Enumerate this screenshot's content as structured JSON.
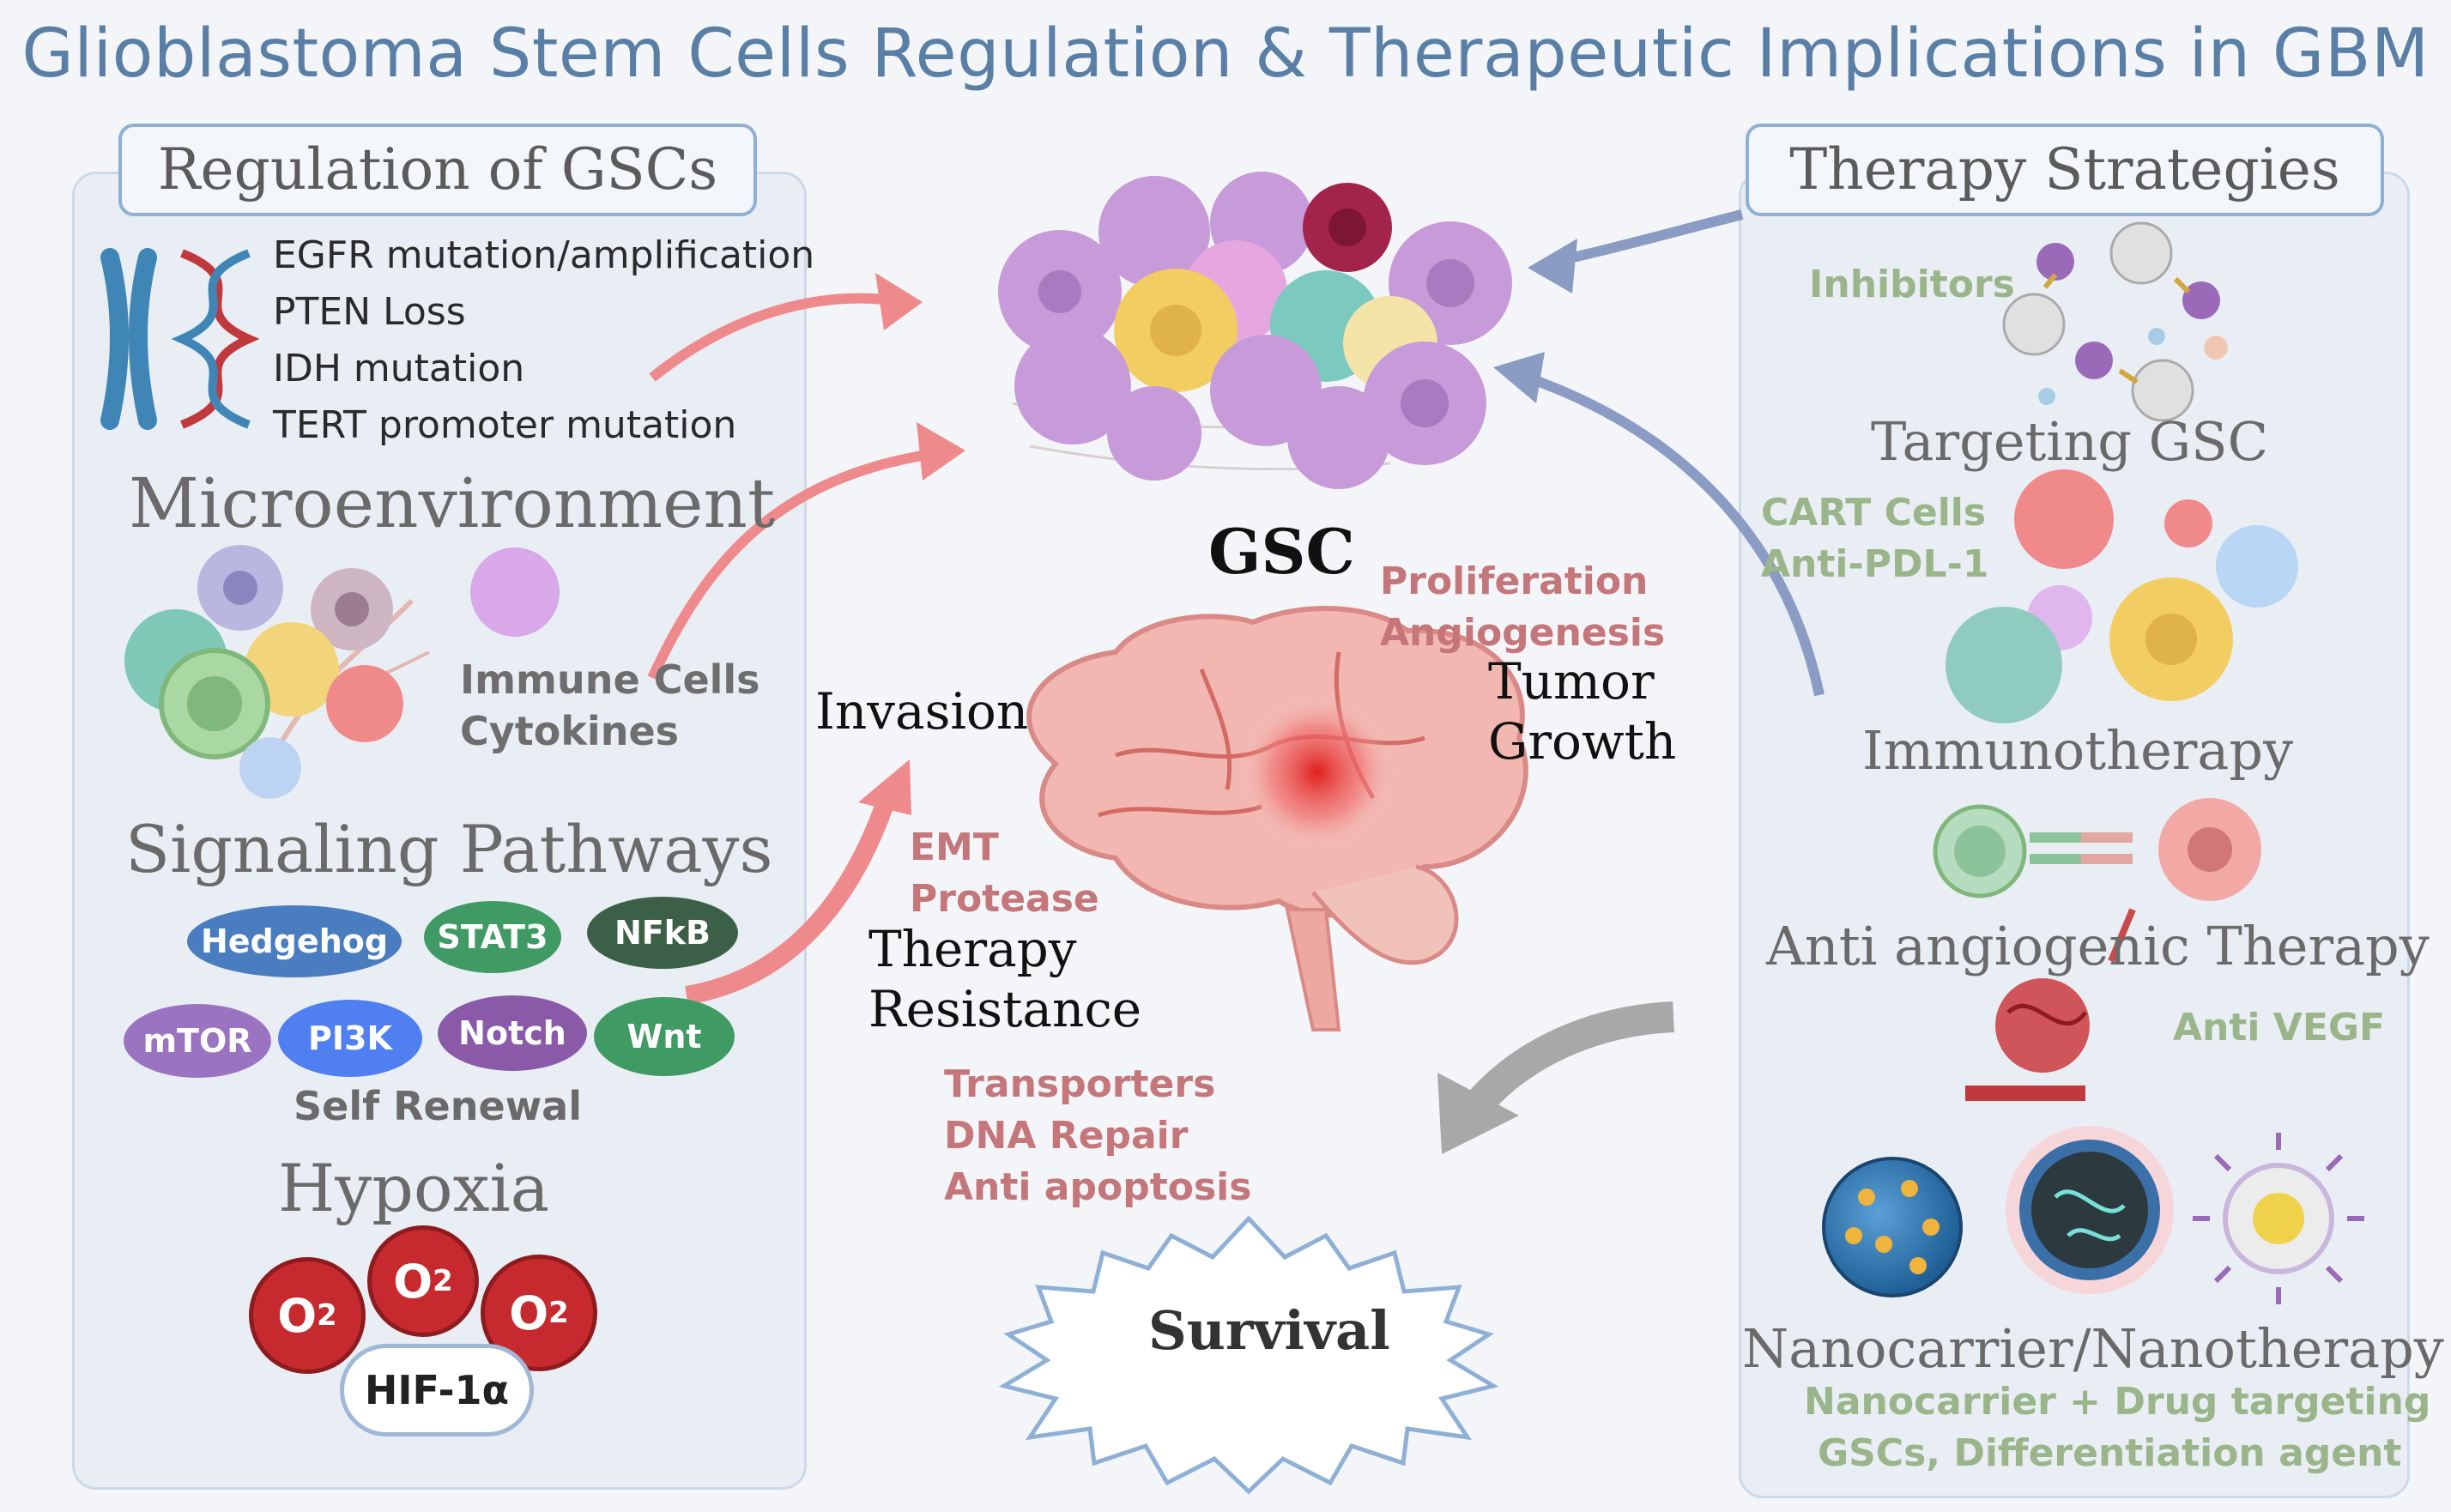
{
  "title": "Glioblastoma Stem Cells Regulation & Therapeutic Implications in GBM",
  "left": {
    "header": "Regulation of GSCs",
    "genetic": [
      "EGFR mutation/amplification",
      "PTEN Loss",
      "IDH mutation",
      "TERT promoter mutation"
    ],
    "microenvironment": {
      "title": "Microenvironment",
      "lines": [
        "Immune Cells",
        "Cytokines"
      ]
    },
    "signaling": {
      "title": "Signaling Pathways",
      "pills": [
        "Hedgehog",
        "STAT3",
        "NFkB",
        "mTOR",
        "PI3K",
        "Notch",
        "Wnt"
      ],
      "footer": "Self Renewal"
    },
    "hypoxia": {
      "title": "Hypoxia",
      "o2": [
        "O",
        "O",
        "O"
      ],
      "sub": "2",
      "hif": "HIF-1α"
    }
  },
  "center": {
    "gsc": "GSC",
    "proliferation": [
      "Proliferation",
      "Angiogenesis"
    ],
    "tumor_growth": [
      "Tumor",
      "Growth"
    ],
    "invasion": "Invasion",
    "emt": [
      "EMT",
      "Protease"
    ],
    "resistance": [
      "Therapy",
      "Resistance"
    ],
    "transporters": [
      "Transporters",
      "DNA Repair",
      "Anti apoptosis"
    ],
    "survival": "Survival"
  },
  "right": {
    "header": "Therapy Strategies",
    "inhibitors": "Inhibitors",
    "targeting": "Targeting GSC",
    "cart": [
      "CART Cells",
      "Anti-PDL-1"
    ],
    "immunotherapy": "Immunotherapy",
    "antiangio": "Anti angiogenic Therapy",
    "antivegf": "Anti VEGF",
    "nano": "Nanocarrier/Nanotherapy",
    "nano_lines": [
      "Nanocarrier + Drug targeting",
      "GSCs,  Differentiation agent"
    ]
  },
  "colors": {
    "title": "#5a7fa6",
    "pill_blue": "#4a7cc0",
    "pill_green": "#3f9a63",
    "pill_dark": "#3c5f47",
    "pill_purple": "#9a74c0",
    "pill_bright_blue": "#4f7ff0",
    "pill_violet": "#8a5aa8",
    "o2_red": "#c72a2e",
    "arrow_pink": "#ee8a8c",
    "arrow_blue": "#8a9cc4",
    "arrow_grey": "#a8a8a8"
  }
}
